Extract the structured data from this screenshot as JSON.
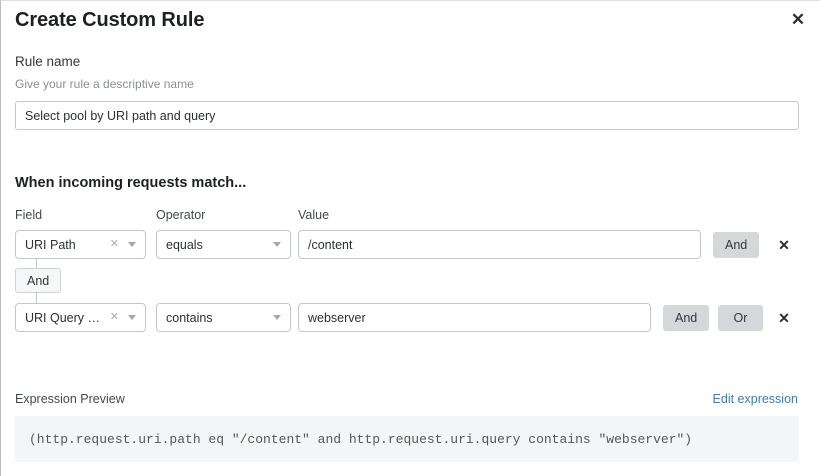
{
  "modal": {
    "title": "Create Custom Rule",
    "close_icon": "close-icon"
  },
  "rule_name": {
    "label": "Rule name",
    "help": "Give your rule a descriptive name",
    "value": "Select pool by URI path and query",
    "placeholder": ""
  },
  "match_section": {
    "heading": "When incoming requests match...",
    "columns": {
      "field": "Field",
      "operator": "Operator",
      "value": "Value"
    },
    "connector": {
      "label": "And"
    },
    "rows": [
      {
        "field": "URI Path",
        "operator": "equals",
        "value": "/content",
        "clear_icon": "clear-x-icon",
        "chevron_icon": "chevron-down-icon",
        "and_label": "And",
        "delete_icon": "delete-x-icon"
      },
      {
        "field": "URI Query St...",
        "operator": "contains",
        "value": "webserver",
        "clear_icon": "clear-x-icon",
        "chevron_icon": "chevron-down-icon",
        "and_label": "And",
        "or_label": "Or",
        "delete_icon": "delete-x-icon"
      }
    ]
  },
  "expression_preview": {
    "label": "Expression Preview",
    "edit_link": "Edit expression",
    "expression": "(http.request.uri.path eq \"/content\" and http.request.uri.query contains \"webserver\")"
  },
  "colors": {
    "link": "#3d7ea6",
    "button_bg": "#d5d8db",
    "border": "#c3c7cb",
    "preview_bg": "#f4f5f6"
  }
}
